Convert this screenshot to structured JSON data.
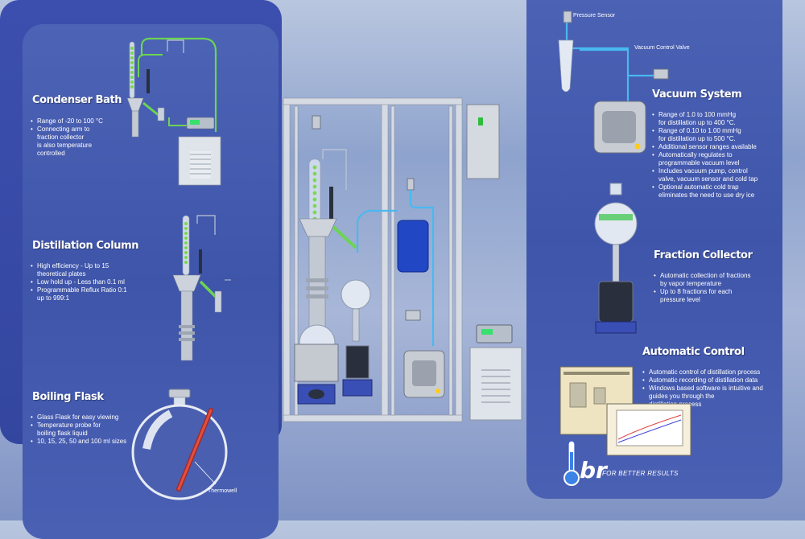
{
  "sections": {
    "condenser": {
      "title": "Condenser Bath",
      "bullets": [
        "Range of -20 to 100 °C",
        "Connecting arm to\nfraction collector\nis also temperature\ncontrolled"
      ]
    },
    "column": {
      "title": "Distillation Column",
      "bullets": [
        "High efficiency - Up to 15\ntheoretical plates",
        "Low hold up - Less than 0.1 ml",
        "Programmable Reflux Ratio 0:1\nup to 999:1"
      ]
    },
    "flask": {
      "title": "Boiling Flask",
      "bullets": [
        "Glass Flask for easy viewing",
        "Temperature probe for\nboiling flask liquid",
        "10, 15, 25, 50 and 100 ml sizes"
      ],
      "callout": "Thermowell"
    },
    "vacuum": {
      "title": "Vacuum System",
      "bullets": [
        "Range of 1.0 to 100 mmHg\nfor distillation up to 400 °C.",
        "Range of 0.10 to 1.00 mmHg\nfor distillation up to 500 °C.",
        "Additional sensor ranges available",
        "Automatically regulates to\nprogrammable vacuum level",
        "Includes vacuum pump, control\nvalve, vacuum sensor and cold tap",
        "Optional automatic cold trap\neliminates the need to use dry ice"
      ],
      "sensor_label": "Pressure Sensor",
      "valve_label": "Vacuum Control Valve"
    },
    "collector": {
      "title": "Fraction Collector",
      "bullets": [
        "Automatic collection of fractions\nby vapor temperature",
        "Up to 8 fractions for each\npressure level"
      ]
    },
    "control": {
      "title": "Automatic Control",
      "bullets": [
        "Automatic control of distillation process",
        "Automatic recording of distillation data",
        "Windows based software is intuitive and\nguides you through the\ndistillation process\nstep by step"
      ]
    }
  },
  "brand": {
    "logo_text": "br",
    "tagline": "FOR BETTER RESULTS"
  },
  "colors": {
    "panel": "#4257ab",
    "tubing_green": "#5ccf4f",
    "tubing_blue": "#49b9f0",
    "glass": "#d9e4f2"
  }
}
